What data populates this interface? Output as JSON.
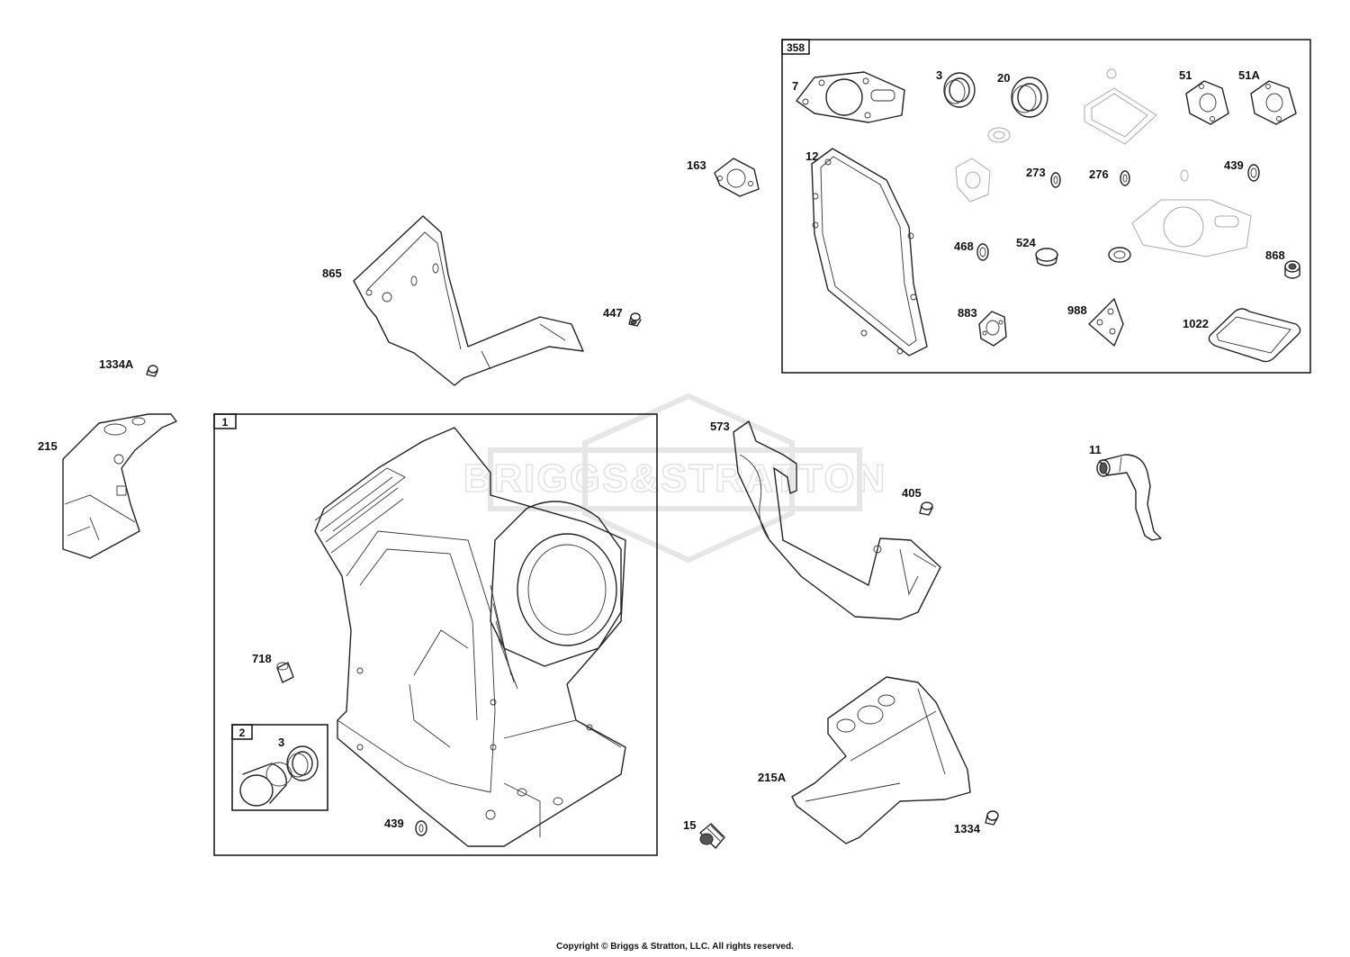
{
  "watermark": "BRIGGS&STRATTON",
  "copyright": "Copyright © Briggs & Stratton, LLC. All rights reserved.",
  "boxes": {
    "kit_358": "358",
    "block_1": "1",
    "sub_2": "2"
  },
  "callouts": {
    "c358_7": "7",
    "c358_3": "3",
    "c358_20": "20",
    "c358_51": "51",
    "c358_51A": "51A",
    "c358_12": "12",
    "c358_273": "273",
    "c358_276": "276",
    "c358_439": "439",
    "c358_468": "468",
    "c358_524": "524",
    "c358_868": "868",
    "c358_883": "883",
    "c358_988": "988",
    "c358_1022": "1022",
    "c163": "163",
    "c865": "865",
    "c447": "447",
    "c1334A": "1334A",
    "c215": "215",
    "c573": "573",
    "c405": "405",
    "c11": "11",
    "c718": "718",
    "c2_3": "3",
    "c439": "439",
    "c15": "15",
    "c215A": "215A",
    "c1334": "1334"
  }
}
